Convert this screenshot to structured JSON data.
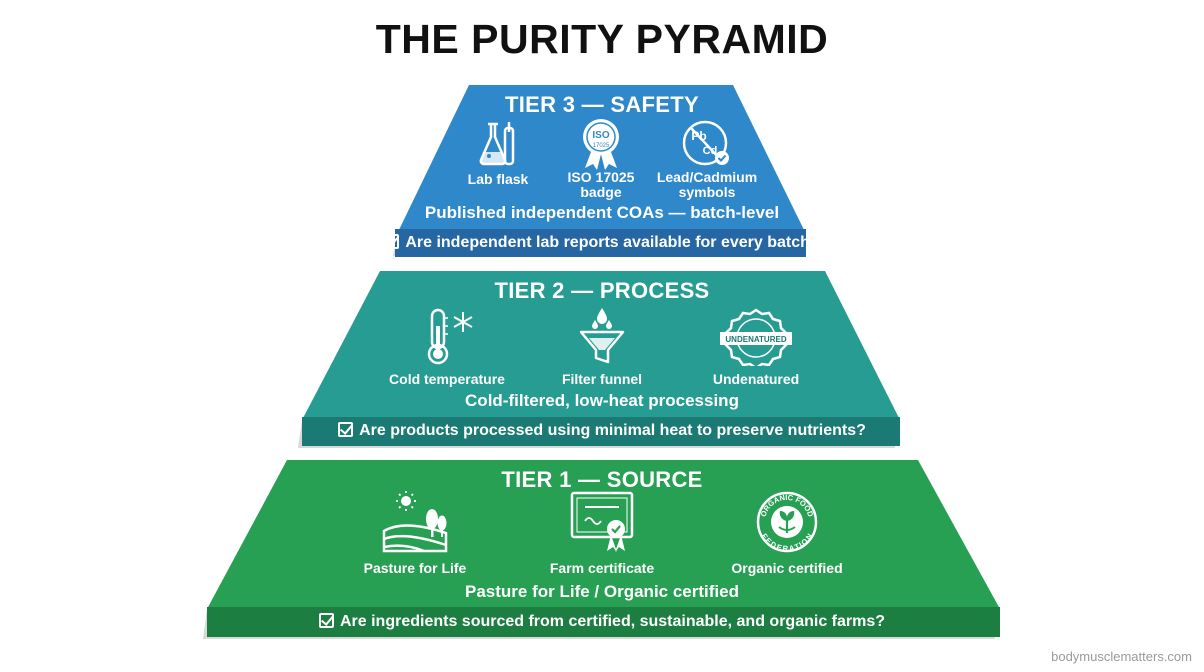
{
  "title": "THE PURITY PYRAMID",
  "colors": {
    "tier3": "#2f88c9",
    "tier3_band": "#2667a3",
    "tier2": "#269c93",
    "tier2_band": "#1b7a74",
    "tier1": "#27a054",
    "tier1_band": "#1c7f41"
  },
  "tiers": {
    "tier3": {
      "title": "TIER 3 — SAFETY",
      "icons": [
        {
          "name": "lab-flask-icon",
          "label": "Lab flask"
        },
        {
          "name": "iso-badge-icon",
          "label": "ISO 17025\nbadge",
          "badge_text": "ISO",
          "badge_sub": "17025"
        },
        {
          "name": "lead-cadmium-icon",
          "label": "Lead/Cadmium\nsymbols",
          "sym1": "Pb",
          "sym2": "Cd"
        }
      ],
      "subtitle": "Published independent COAs — batch-level",
      "question": "Are independent lab reports available for every batch?"
    },
    "tier2": {
      "title": "TIER 2 — PROCESS",
      "icons": [
        {
          "name": "thermometer-snowflake-icon",
          "label": "Cold temperature"
        },
        {
          "name": "filter-funnel-icon",
          "label": "Filter funnel"
        },
        {
          "name": "undenatured-badge-icon",
          "label": "Undenatured",
          "badge_text": "UNDENATURED"
        }
      ],
      "subtitle": "Cold-filtered, low-heat processing",
      "question": "Are products processed using minimal heat to preserve nutrients?"
    },
    "tier1": {
      "title": "TIER 1 — SOURCE",
      "icons": [
        {
          "name": "pasture-field-icon",
          "label": "Pasture for Life"
        },
        {
          "name": "farm-certificate-icon",
          "label": "Farm certificate"
        },
        {
          "name": "organic-seal-icon",
          "label": "Organic certified",
          "seal_top": "ORGANIC FOOD",
          "seal_bottom": "FEDERATION"
        }
      ],
      "subtitle": "Pasture for Life / Organic certified",
      "question": "Are ingredients sourced from certified, sustainable, and organic farms?"
    }
  },
  "watermark": "bodymusclematters.com"
}
